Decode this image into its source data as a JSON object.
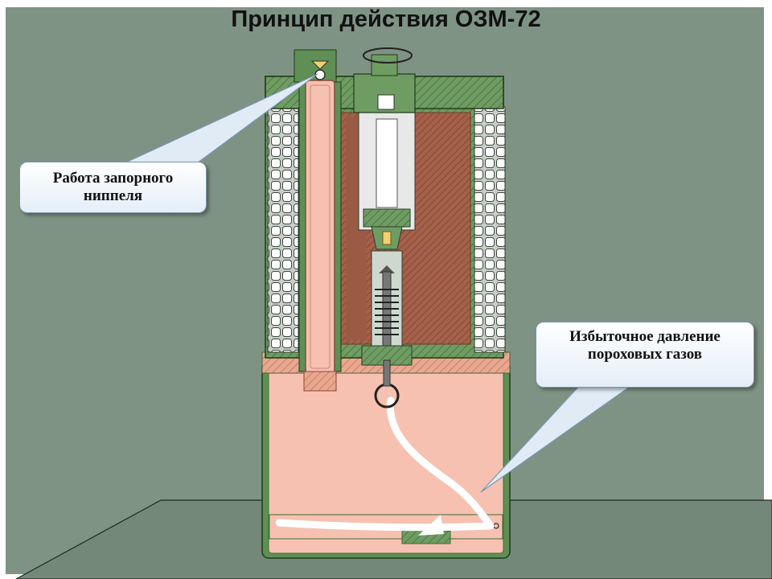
{
  "title": "Принцип действия ОЗМ-72",
  "callouts": {
    "nipple_line1": "Работа запорного",
    "nipple_line2": "ниппеля",
    "gas_line1": "Избыточное давление",
    "gas_line2": "пороховых газов"
  },
  "colors": {
    "background": "#7f9384",
    "casing_green": "#5f8f55",
    "charge_brown": "#9b5a44",
    "gas_pink": "#f6c1b0",
    "callout_fill": "#e8f0f8"
  }
}
